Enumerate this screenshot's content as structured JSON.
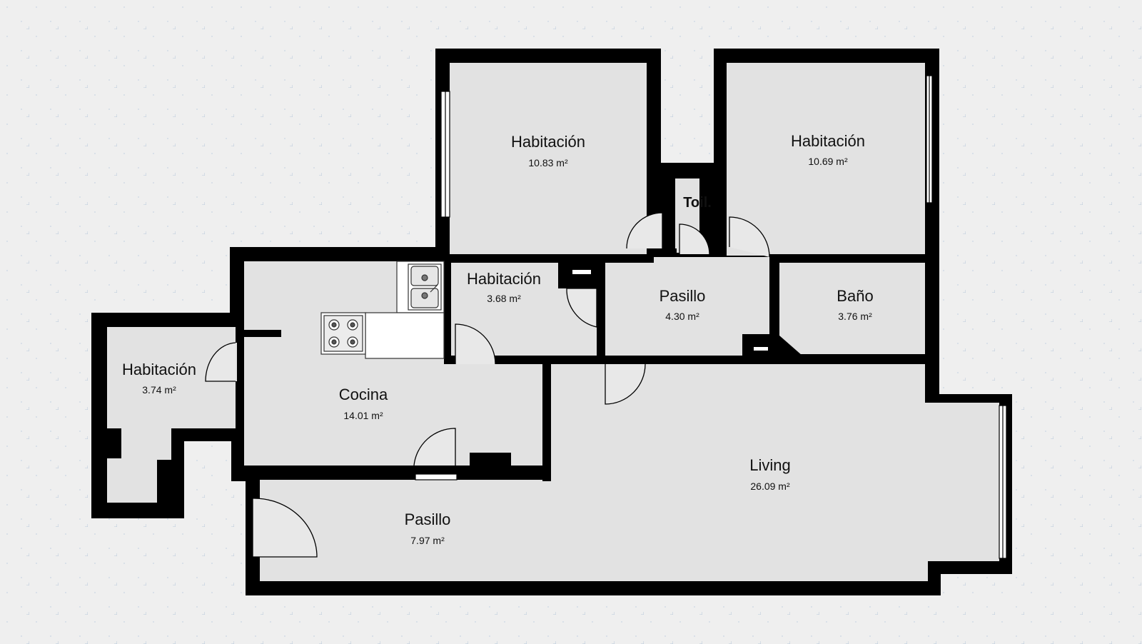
{
  "colors": {
    "background": "#efefef",
    "grid_marks": "#c9d6e3",
    "wall": "#000000",
    "floor": "#e2e2e2",
    "fixture": "#ffffff"
  },
  "rooms": {
    "bedroom_top_left": {
      "name": "Habitación",
      "area": "10.83 m²"
    },
    "bedroom_top_right": {
      "name": "Habitación",
      "area": "10.69 m²"
    },
    "toilet": {
      "name": "Toil."
    },
    "bedroom_small_center": {
      "name": "Habitación",
      "area": "3.68 m²"
    },
    "hallway_center": {
      "name": "Pasillo",
      "area": "4.30 m²"
    },
    "bathroom": {
      "name": "Baño",
      "area": "3.76 m²"
    },
    "bedroom_left": {
      "name": "Habitación",
      "area": "3.74 m²"
    },
    "kitchen": {
      "name": "Cocina",
      "area": "14.01 m²"
    },
    "living": {
      "name": "Living",
      "area": "26.09 m²"
    },
    "hallway_entry": {
      "name": "Pasillo",
      "area": "7.97 m²"
    }
  },
  "fixtures": [
    "double-sink-icon",
    "stove-icon"
  ]
}
